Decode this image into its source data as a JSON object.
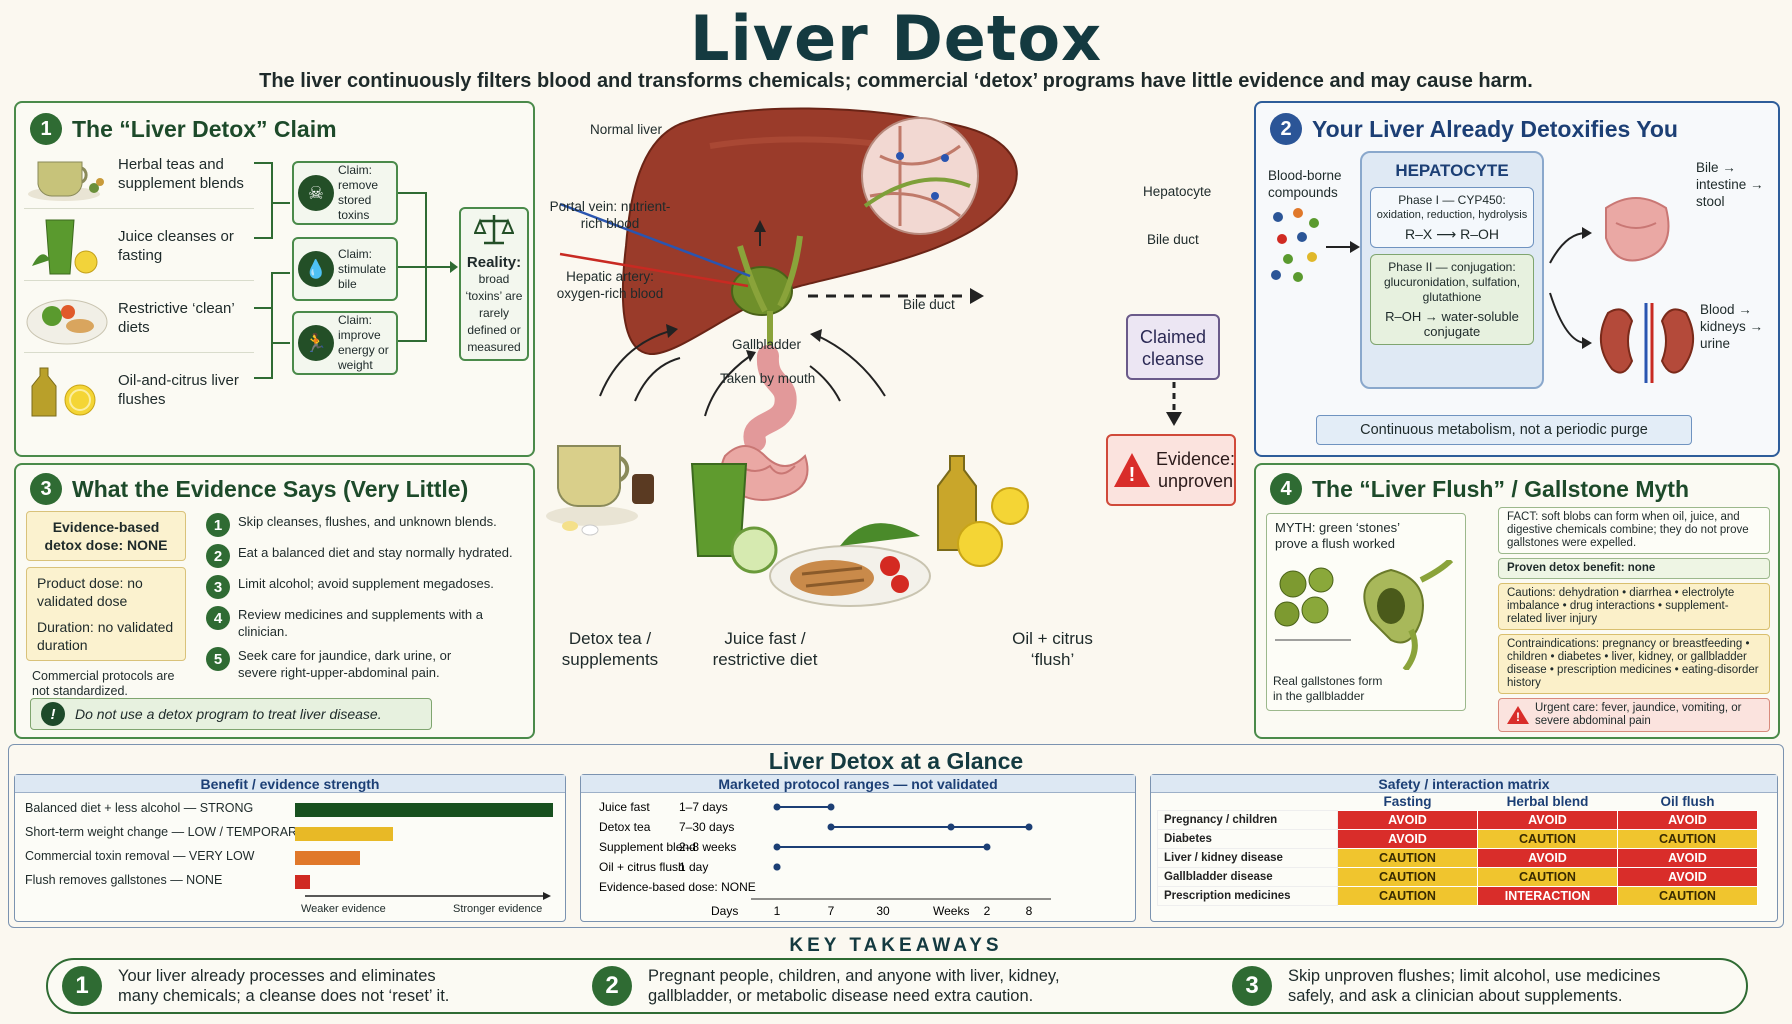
{
  "header": {
    "title": "Liver Detox",
    "subtitle": "The liver continuously filters blood and transforms chemicals; commercial ‘detox’ programs have little  evidence and may cause harm."
  },
  "panel1": {
    "number": "1",
    "title": "The “Liver Detox” Claim",
    "items": [
      {
        "label": "Herbal teas and supplement blends"
      },
      {
        "label": "Juice cleanses or fasting"
      },
      {
        "label": "Restrictive ‘clean’ diets"
      },
      {
        "label": "Oil-and-citrus liver flushes"
      }
    ],
    "claims": [
      {
        "text": "Claim: remove stored toxins",
        "icon": "skull-icon"
      },
      {
        "text": "Claim: stimulate bile",
        "icon": "drop-icon"
      },
      {
        "text": "Claim: improve energy or weight",
        "icon": "runner-icon"
      }
    ],
    "reality_title": "Reality:",
    "reality_text": "broad ‘toxins’ are rarely defined or measured"
  },
  "center": {
    "labels": {
      "normal_liver": "Normal liver",
      "portal_vein": "Portal vein: nutrient-rich blood",
      "hepatic_artery": "Hepatic artery: oxygen-rich blood",
      "gallbladder": "Gallbladder",
      "bile_duct_main": "Bile duct",
      "hepatocyte": "Hepatocyte",
      "bile_duct_cell": "Bile duct",
      "taken_by_mouth": "Taken by mouth"
    },
    "claimed_cleanse": "Claimed cleanse",
    "evidence_unproven": "Evidence: unproven",
    "products": [
      {
        "label": "Detox tea / supplements"
      },
      {
        "label": "Juice fast / restrictive diet"
      },
      {
        "label": "Oil + citrus ‘flush’"
      }
    ]
  },
  "panel2": {
    "number": "2",
    "title": "Your Liver Already Detoxifies You",
    "blood_compounds": "Blood-borne compounds",
    "hepatocyte": "HEPATOCYTE",
    "phase1_title": "Phase I — CYP450:",
    "phase1_desc": "oxidation, reduction, hydrolysis",
    "phase1_eq_left": "R–X",
    "phase1_eq_right": "R–OH",
    "phase2_title": "Phase II — conjugation:",
    "phase2_desc": "glucuronidation, sulfation, glutathione",
    "phase2_eq": "R–OH → water-soluble conjugate",
    "bile_out": "Bile → intestine → stool",
    "blood_out": "Blood → kidneys → urine",
    "footer": "Continuous metabolism, not a periodic purge"
  },
  "panel3": {
    "number": "3",
    "title": "What the Evidence Says (Very Little)",
    "dose_box": "Evidence-based detox dose: NONE",
    "product_dose": "Product dose: no validated dose",
    "duration": "Duration: no validated duration",
    "commercial": "Commercial protocols are not standardized.",
    "steps": [
      {
        "n": "1",
        "text": "Skip cleanses, flushes, and unknown blends."
      },
      {
        "n": "2",
        "text": "Eat a balanced diet and stay normally hydrated."
      },
      {
        "n": "3",
        "text": "Limit alcohol; avoid supplement megadoses."
      },
      {
        "n": "4",
        "text": "Review medicines and supplements with a clinician."
      },
      {
        "n": "5",
        "text": "Seek care for jaundice, dark urine, or severe right-upper-abdominal pain."
      }
    ],
    "warning": "Do not use a detox program to treat liver disease."
  },
  "panel4": {
    "number": "4",
    "title": "The “Liver Flush” / Gallstone Myth",
    "myth": "MYTH: green ‘stones’ prove a flush worked",
    "real_stones": "Real gallstones form in the gallbladder",
    "fact": "FACT: soft blobs can form when oil, juice, and digestive chemicals combine; they do not prove gallstones were expelled.",
    "proven": "Proven detox benefit: none",
    "cautions": "Cautions: dehydration • diarrhea • electrolyte imbalance • drug interactions • supplement-related liver injury",
    "contra": "Contraindications: pregnancy or breastfeeding • children • diabetes • liver, kidney, or gallbladder disease • prescription medicines • eating-disorder history",
    "urgent": "Urgent care: fever, jaundice, vomiting, or severe abdominal pain"
  },
  "glance": {
    "title": "Liver Detox at a Glance",
    "benefit_head": "Benefit / evidence strength",
    "benefit_rows": [
      {
        "label": "Balanced diet + less alcohol — STRONG",
        "value": 1.0,
        "color": "#17501f"
      },
      {
        "label": "Short-term weight change — LOW / TEMPORARY",
        "value": 0.38,
        "color": "#e8b926"
      },
      {
        "label": "Commercial toxin removal — VERY LOW",
        "value": 0.25,
        "color": "#e0782a"
      },
      {
        "label": "Flush removes gallstones — NONE",
        "value": 0.06,
        "color": "#d02a22"
      }
    ],
    "weaker": "Weaker evidence",
    "stronger": "Stronger evidence",
    "protocol_head": "Marketed protocol ranges — not validated",
    "protocols": [
      {
        "name": "Juice fast",
        "range": "1–7 days",
        "start": 1,
        "end": 7
      },
      {
        "name": "Detox tea",
        "range": "7–30 days",
        "start": 7,
        "end": 56
      },
      {
        "name": "Supplement blend",
        "range": "2–8 weeks",
        "start": 1,
        "end": 42
      },
      {
        "name": "Oil + citrus flush",
        "range": "1 day",
        "start": 1,
        "end": 1
      }
    ],
    "evidence_dose": "Evidence-based dose: NONE",
    "axis_days": "Days",
    "axis_weeks": "Weeks",
    "ticks": [
      "1",
      "7",
      "30",
      "2",
      "8"
    ],
    "matrix_head": "Safety / interaction matrix",
    "matrix_cols": [
      "Fasting",
      "Herbal blend",
      "Oil flush"
    ],
    "matrix_rows": [
      {
        "label": "Pregnancy / children",
        "cells": [
          "AVOID",
          "AVOID",
          "AVOID"
        ]
      },
      {
        "label": "Diabetes",
        "cells": [
          "AVOID",
          "CAUTION",
          "CAUTION"
        ]
      },
      {
        "label": "Liver / kidney disease",
        "cells": [
          "CAUTION",
          "AVOID",
          "AVOID"
        ]
      },
      {
        "label": "Gallbladder disease",
        "cells": [
          "CAUTION",
          "CAUTION",
          "AVOID"
        ]
      },
      {
        "label": "Prescription medicines",
        "cells": [
          "CAUTION",
          "INTERACTION",
          "CAUTION"
        ]
      }
    ]
  },
  "takeaways": {
    "title": "KEY  TAKEAWAYS",
    "items": [
      {
        "n": "1",
        "text": "Your liver already processes and eliminates many chemicals; a cleanse does not ‘reset’ it."
      },
      {
        "n": "2",
        "text": "Pregnant people, children, and anyone with liver, kidney, gallbladder, or metabolic disease need extra caution."
      },
      {
        "n": "3",
        "text": "Skip unproven flushes; limit alcohol, use medicines safely, and ask a clinician about supplements."
      }
    ]
  },
  "colors": {
    "green": "#2f6b33",
    "blue": "#2b5597",
    "avoid": "#d92d2a",
    "caution": "#f0c52e",
    "liver": "#9a3b2a"
  }
}
